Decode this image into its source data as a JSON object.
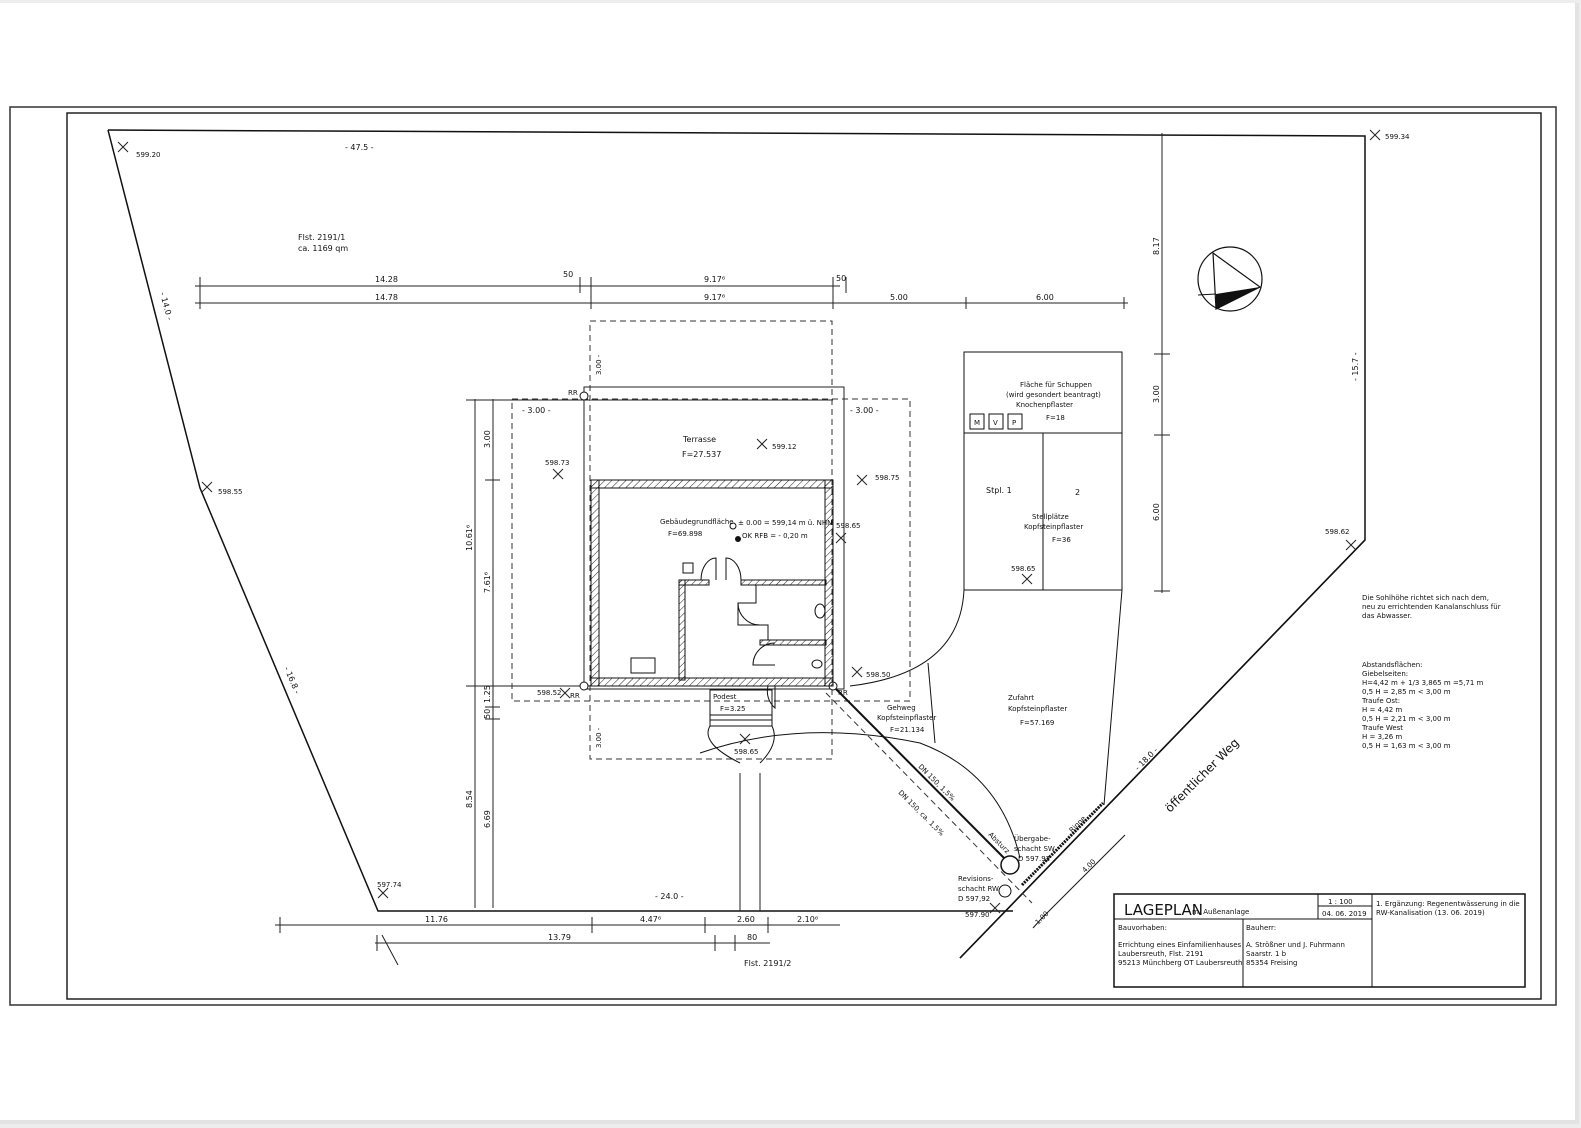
{
  "drawing": {
    "parcel": {
      "id": "Flst. 2191/1",
      "area": "ca. 1169 qm"
    },
    "neighbor_parcel": "Flst. 2191/2",
    "street": "öffentlicher Weg",
    "boundary_lengths": {
      "top": "- 47.5 -",
      "left_upper": "- 14.0 -",
      "left_lower": "- 16.8 -",
      "right": "- 15.7 -",
      "bottom": "- 24.0 -",
      "street_side": "- 18.0 -"
    },
    "spot_heights": {
      "nw": "599.20",
      "ne": "599.34",
      "w": "598.55",
      "sw": "597.74",
      "e": "598.62",
      "terrace": "599.12",
      "house_w": "598.73",
      "house_e_outer": "598.75",
      "house_e": "598.65",
      "house_sw": "598.52",
      "house_se": "598.50",
      "entrance": "598.65",
      "parking": "598.65",
      "street_corner": "597.90"
    },
    "dimensions_top": {
      "row1": [
        "14.28",
        "50",
        "9.17⁶",
        "50"
      ],
      "row2": [
        "14.78",
        "9.17⁶",
        "5.00",
        "6.00"
      ]
    },
    "dimensions_left": {
      "outer": [
        "10.61⁶",
        "8.54"
      ],
      "inner": [
        "3.00",
        "7.61⁶",
        "1.25",
        "50",
        "6.69"
      ]
    },
    "dimensions_right": [
      "8.17",
      "3.00",
      "6.00"
    ],
    "dimensions_bottom": {
      "row1": [
        "11.76",
        "4.47⁶",
        "2.60",
        "2.10⁶"
      ],
      "row2": [
        "13.79",
        "80"
      ]
    },
    "setback_labels": {
      "left": "- 3.00 -",
      "right": "- 3.00 -",
      "top": "3.00 -",
      "bottom": "3.00 -"
    },
    "terrace": {
      "label": "Terrasse",
      "area": "F=27.537"
    },
    "building": {
      "label": "Gebäudegrundfläche",
      "area": "F=69.898",
      "level": "± 0.00 = 599,14 m ü. NHN",
      "okrfb": "OK RFB = - 0,20 m"
    },
    "landing": {
      "label": "Podest",
      "area": "F=3.25"
    },
    "rr": "RR",
    "shed": {
      "title": "Fläche für Schuppen",
      "note": "(wird gesondert beantragt)",
      "material": "Knochenpflaster",
      "area": "F=18",
      "bins": [
        "M",
        "V",
        "P"
      ]
    },
    "parking": {
      "stpl1": "Stpl. 1",
      "stpl2": "2",
      "label": "Stellplätze",
      "material": "Kopfsteinpflaster",
      "area": "F=36"
    },
    "walkway": {
      "label": "Gehweg",
      "material": "Kopfsteinpflaster",
      "area": "F=21.134"
    },
    "driveway": {
      "label": "Zufahrt",
      "material": "Kopfsteinpflaster",
      "area": "F=57.169"
    },
    "pipes": {
      "sw": "DN 150, 1,5%",
      "rw": "DN 150, ca. 1,5%",
      "drop": "Absturz",
      "gutter": "Rinne"
    },
    "manholes": {
      "sw": [
        "Übergabe-",
        "schacht SW",
        "D 597.92"
      ],
      "rw": [
        "Revisions-",
        "schacht RW",
        "D 597,92"
      ]
    },
    "street_dims": {
      "a": "4.00",
      "b": "1.00"
    },
    "notes": {
      "sewer": [
        "Die Sohlhöhe richtet sich nach dem,",
        "neu zu errichtenden Kanalanschluss für",
        "das Abwasser."
      ],
      "setbacks": [
        "Abstandsflächen:",
        "Giebelseiten:",
        "H=4,42 m + 1/3 3,865 m =5,71 m",
        "0,5 H = 2,85 m < 3,00 m",
        "Traufe Ost:",
        "H = 4,42 m",
        "0,5 H = 2,21 m < 3,00 m",
        "Traufe West",
        "H = 3,26 m",
        "0,5 H = 1,63 m < 3,00 m"
      ]
    }
  },
  "title_block": {
    "title": "LAGEPLAN",
    "subtitle": "m. Außenanlage",
    "scale": "1 : 100",
    "date": "04. 06. 2019",
    "revision": [
      "1. Ergänzung: Regenentwässerung in die",
      "RW-Kanalisation (13. 06. 2019)"
    ],
    "project_label": "Bauvorhaben:",
    "project": [
      "Errichtung eines Einfamilienhauses",
      "Laubersreuth, Flst. 2191",
      "95213 Münchberg OT Laubersreuth"
    ],
    "owner_label": "Bauherr:",
    "owner": [
      "A. Strößner und J. Fuhrmann",
      "Saarstr. 1 b",
      "85354 Freising"
    ]
  }
}
